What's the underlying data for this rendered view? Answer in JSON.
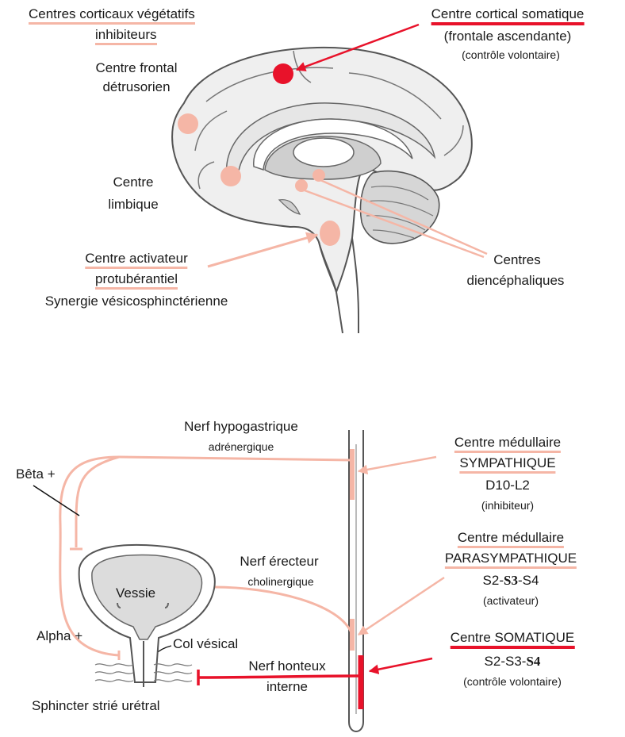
{
  "labels": {
    "veg_line1": "Centres corticaux végétatifs",
    "veg_line2": "inhibiteurs",
    "frontal_line1": "Centre frontal",
    "frontal_line2": "détrusorien",
    "cortical_line1": "Centre cortical somatique",
    "cortical_line2": "(frontale ascendante)",
    "cortical_line3": "(contrôle volontaire)",
    "limbic_line1": "Centre",
    "limbic_line2": "limbique",
    "protub_line1": "Centre activateur",
    "protub_line2": "protubérantiel",
    "protub_line3": "Synergie vésicosphinctérienne",
    "dien_line1": "Centres",
    "dien_line2": "diencéphaliques",
    "hypo_line1": "Nerf hypogastrique",
    "hypo_line2": "adrénergique",
    "beta": "Bêta +",
    "symp_line1": "Centre médullaire",
    "symp_line2": "SYMPATHIQUE",
    "symp_line3": "D10-L2",
    "symp_line4": "(inhibiteur)",
    "para_line1": "Centre médullaire",
    "para_line2": "PARASYMPATHIQUE",
    "para_seg_a": "S2-",
    "para_seg_b": "S3",
    "para_seg_c": "-S4",
    "para_line4": "(activateur)",
    "erect_line1": "Nerf érecteur",
    "erect_line2": "cholinergique",
    "vessie": "Vessie",
    "alpha": "Alpha +",
    "col": "Col vésical",
    "somatic_line1": "Centre SOMATIQUE",
    "som_seg_a": "S2-S3-",
    "som_seg_b": "S4",
    "somatic_line3": "(contrôle volontaire)",
    "honteux_line1": "Nerf honteux",
    "honteux_line2": "interne",
    "sphincter": "Sphincter strié urétral"
  },
  "colors": {
    "pink": "#f5b6a6",
    "red": "#e8122a",
    "brain_fill": "#efefef",
    "inner_gray": "#cfcfcf",
    "bladder_fill": "#dcdcdc",
    "outline": "#555555"
  }
}
